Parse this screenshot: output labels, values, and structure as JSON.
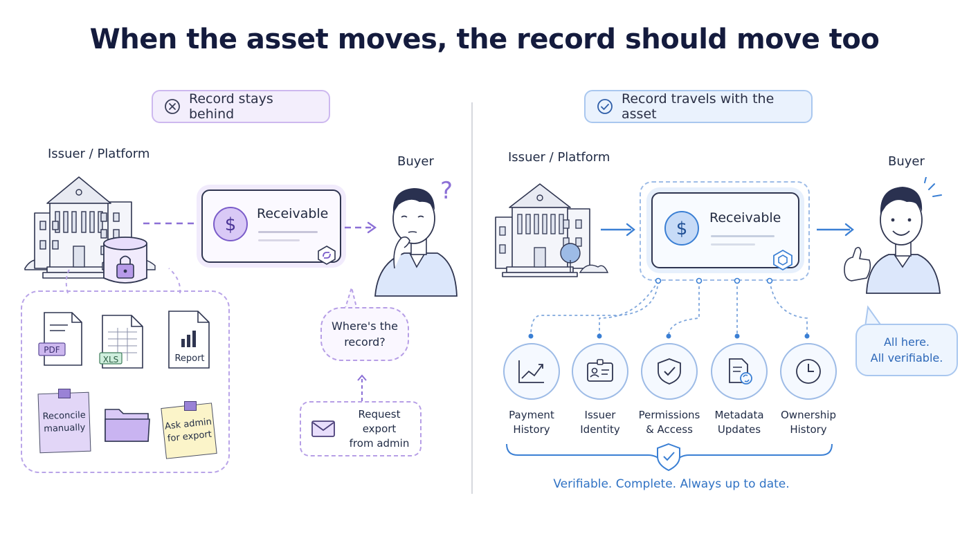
{
  "title": "When the asset moves, the record should move too",
  "left": {
    "pill": "Record stays behind",
    "issuer_label": "Issuer / Platform",
    "buyer_label": "Buyer",
    "card_title": "Receivable",
    "question_mark": "?",
    "bubble_line1": "Where's the",
    "bubble_line2": "record?",
    "export_line1": "Request export",
    "export_line2": "from admin",
    "docs": {
      "pdf": "PDF",
      "xls": "XLS",
      "report": "Report",
      "note_reconcile_1": "Reconcile",
      "note_reconcile_2": "manually",
      "note_admin_1": "Ask admin",
      "note_admin_2": "for export"
    }
  },
  "right": {
    "pill": "Record travels with the asset",
    "issuer_label": "Issuer / Platform",
    "buyer_label": "Buyer",
    "card_title": "Receivable",
    "bubble_line1": "All here.",
    "bubble_line2": "All verifiable.",
    "features": [
      {
        "line1": "Payment",
        "line2": "History",
        "icon": "chart-icon"
      },
      {
        "line1": "Issuer",
        "line2": "Identity",
        "icon": "id-card-icon"
      },
      {
        "line1": "Permissions",
        "line2": "& Access",
        "icon": "shield-check-icon"
      },
      {
        "line1": "Metadata",
        "line2": "Updates",
        "icon": "document-refresh-icon"
      },
      {
        "line1": "Ownership",
        "line2": "History",
        "icon": "clock-icon"
      }
    ],
    "footer": "Verifiable. Complete. Always up to date."
  },
  "colors": {
    "left_accent": "#8b6fd6",
    "right_accent": "#3a7fd4",
    "title": "#141b3d"
  }
}
